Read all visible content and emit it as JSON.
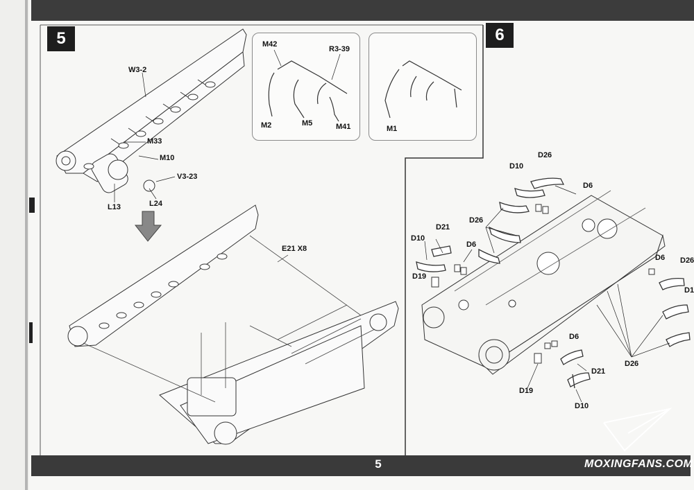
{
  "page": {
    "number": "5",
    "watermark": "MOXINGFANS.COM"
  },
  "steps": [
    {
      "number": "5"
    },
    {
      "number": "6"
    }
  ],
  "step5": {
    "labels": {
      "w3_2": "W3-2",
      "m33": "M33",
      "m10": "M10",
      "v3_23": "V3-23",
      "l13": "L13",
      "l24": "L24",
      "e21": "E21 X8"
    },
    "inset_a": {
      "m42": "M42",
      "r3_39": "R3-39",
      "m2": "M2",
      "m5": "M5",
      "m41": "M41"
    },
    "inset_b": {
      "m1": "M1"
    }
  },
  "step6": {
    "labels": {
      "d26_top": "D26",
      "d10_top": "D10",
      "d6_top": "D6",
      "d21_left": "D21",
      "d26_mid": "D26",
      "d10_left": "D10",
      "d6_left": "D6",
      "d19_left": "D19",
      "d6_right": "D6",
      "d26_right_cut": "D26",
      "d1_cut": "D1",
      "d6_bottom": "D6",
      "d26_bottom": "D26",
      "d21_bottom": "D21",
      "d19_bottom": "D19",
      "d10_bottom": "D10"
    }
  }
}
